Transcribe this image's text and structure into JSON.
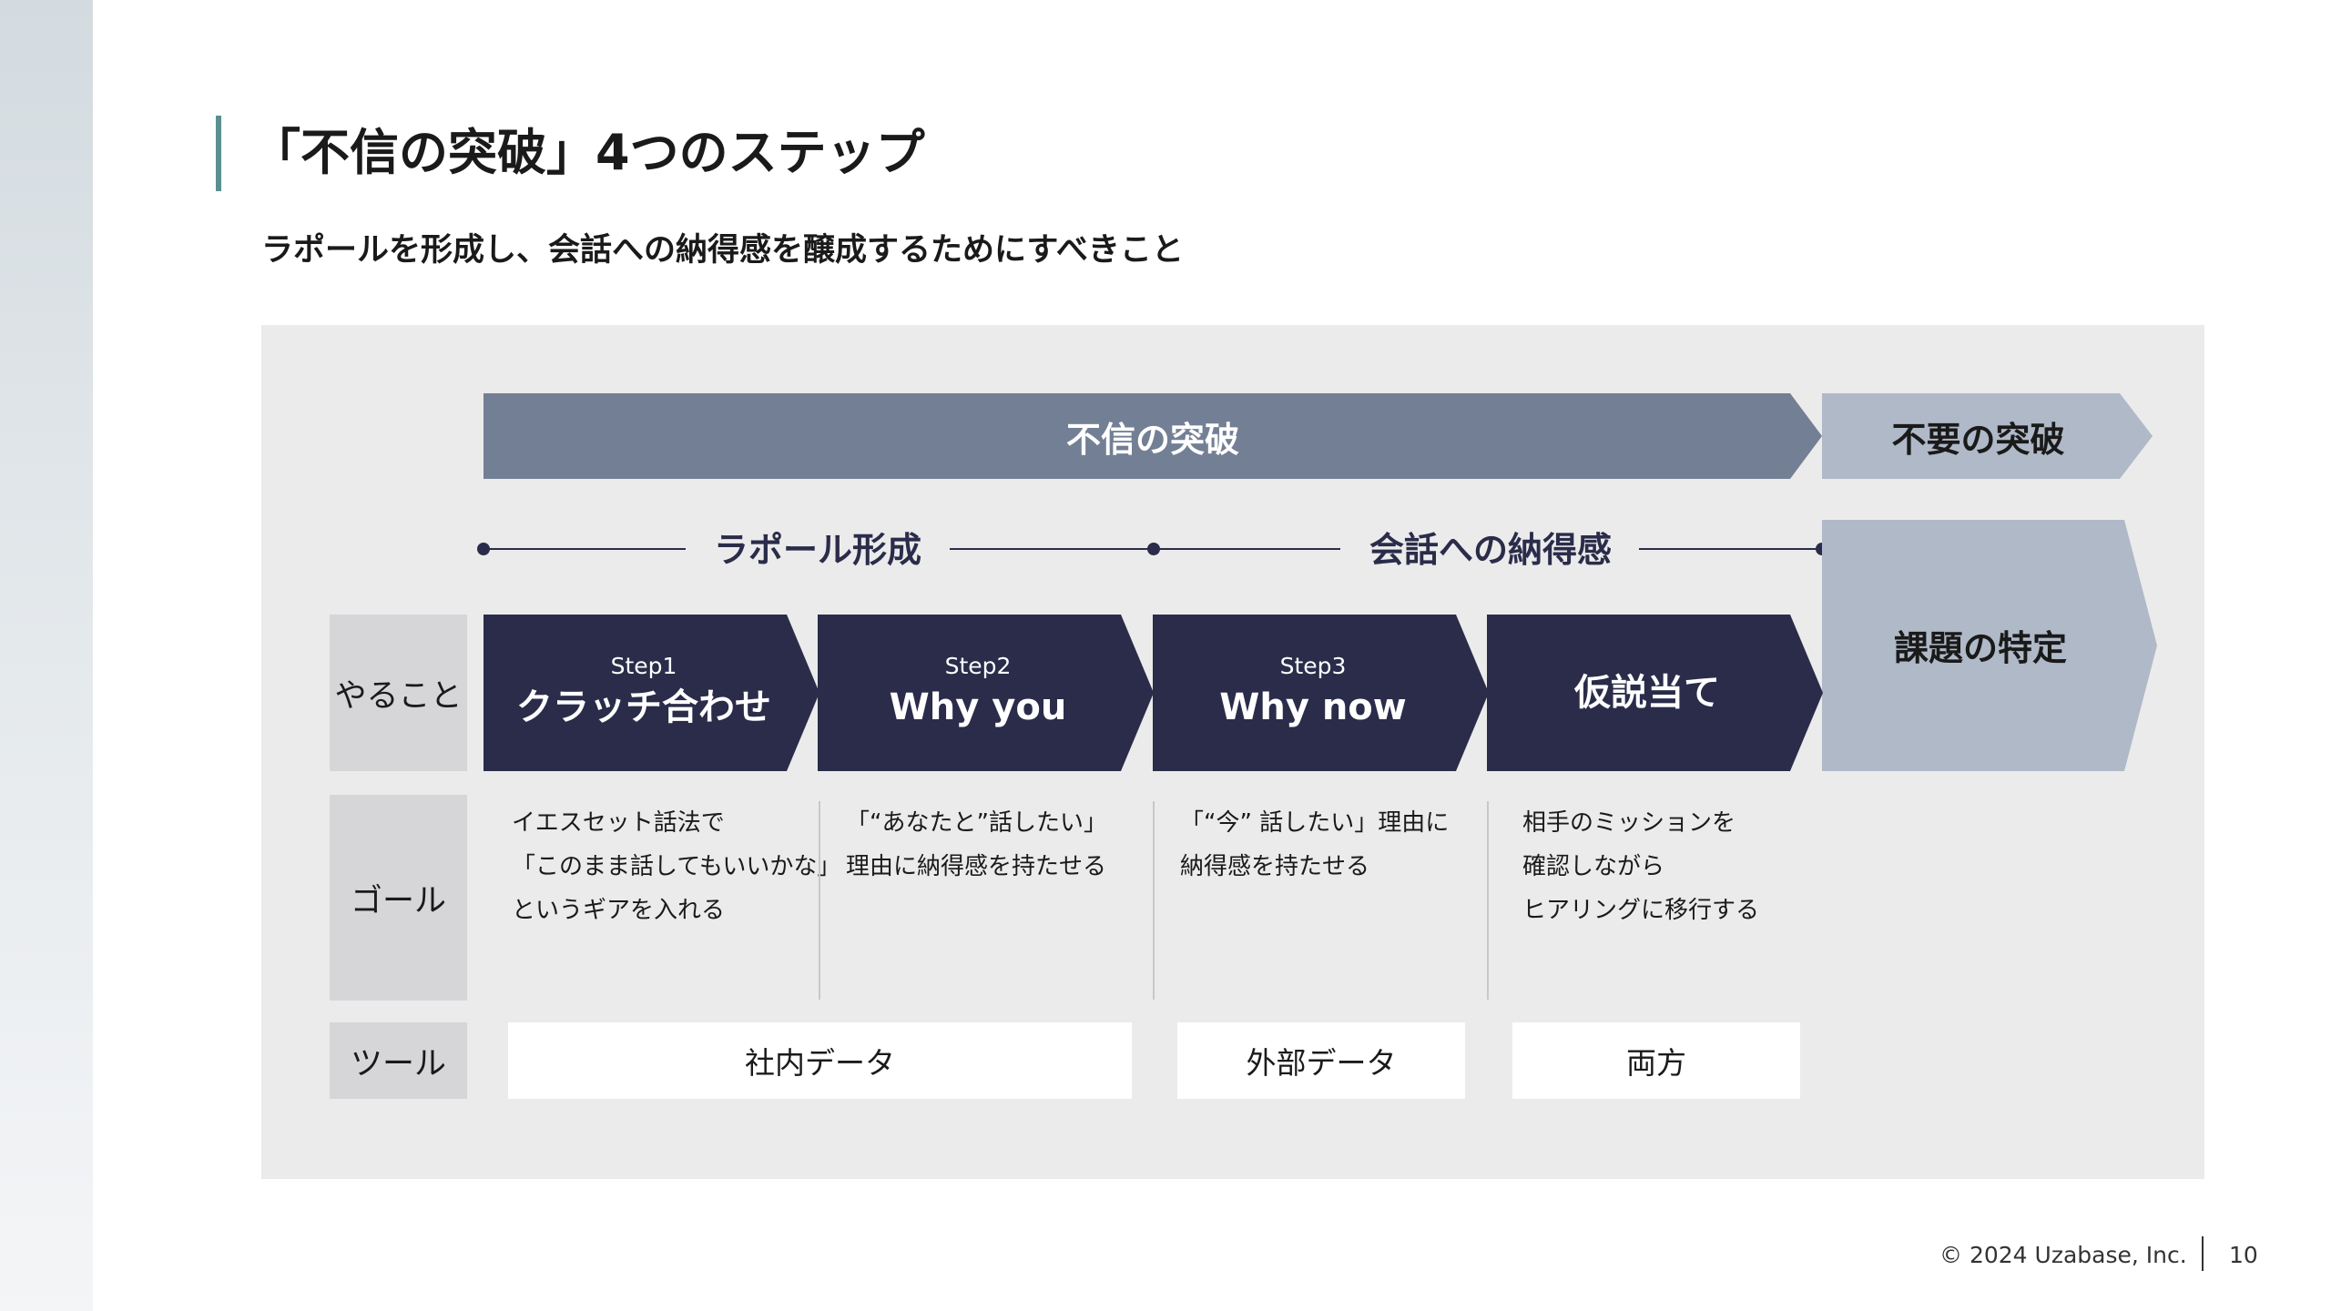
{
  "title": "「不信の突破」4つのステップ",
  "subtitle": "ラポールを形成し、会話への納得感を醸成するためにすべきこと",
  "banners": {
    "main": "不信の突破",
    "secondary": "不要の突破",
    "final": "課題の特定"
  },
  "phases": [
    "ラポール形成",
    "会話への納得感"
  ],
  "row_labels": {
    "actions": "やること",
    "goal": "ゴール",
    "tools": "ツール"
  },
  "steps": [
    {
      "step_no": "Step1",
      "title": "クラッチ合わせ",
      "goal": [
        "イエスセット話法で",
        "「このまま話してもいいかな」",
        "というギアを入れる"
      ]
    },
    {
      "step_no": "Step2",
      "title": "Why you",
      "goal": [
        "「“あなたと”話したい」",
        "理由に納得感を持たせる"
      ]
    },
    {
      "step_no": "Step3",
      "title": "Why now",
      "goal": [
        "「“今” 話したい」理由に",
        "納得感を持たせる"
      ]
    },
    {
      "step_no": "",
      "title": "仮説当て",
      "goal": [
        "相手のミッションを",
        "確認しながら",
        "ヒアリングに移行する"
      ]
    }
  ],
  "tools": [
    "社内データ",
    "外部データ",
    "両方"
  ],
  "colors": {
    "navy": "#2a2c4a",
    "slate": "#737f94",
    "light_slate": "#b0b9c8",
    "accent": "#5b8f8f"
  },
  "footer": {
    "copyright": "© 2024 Uzabase, Inc.",
    "page": "10"
  }
}
